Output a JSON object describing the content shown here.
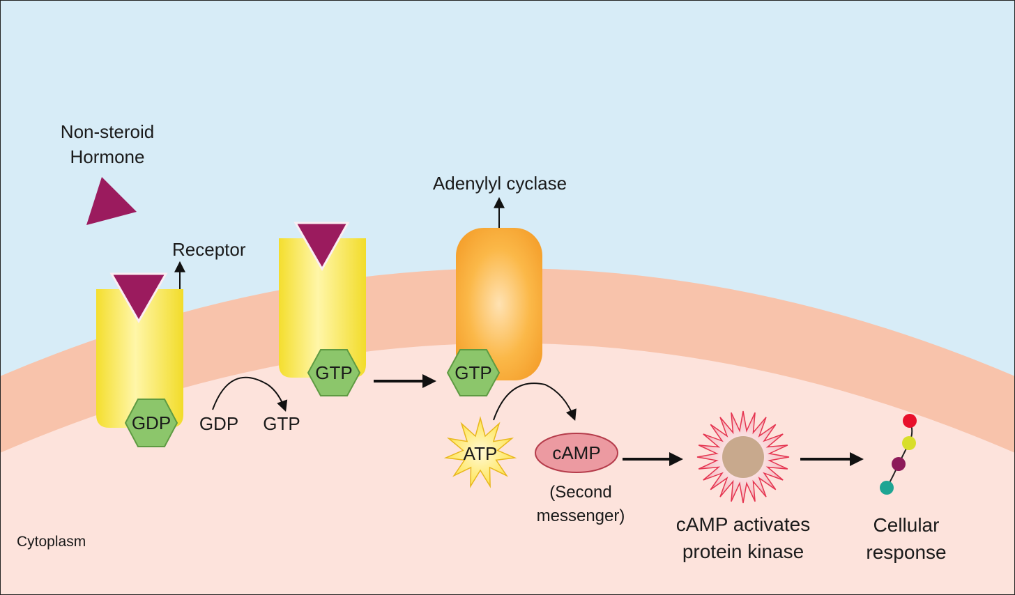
{
  "labels": {
    "hormone_line1": "Non-steroid",
    "hormone_line2": "Hormone",
    "receptor": "Receptor",
    "adenylyl_cyclase": "Adenylyl cyclase",
    "gdp_bound": "GDP",
    "gdp_released": "GDP",
    "gtp_incoming": "GTP",
    "gtp_receptor": "GTP",
    "gtp_cyclase": "GTP",
    "atp": "ATP",
    "camp": "cAMP",
    "second_messenger_line1": "(Second",
    "second_messenger_line2": "messenger)",
    "kinase_line1": "cAMP activates",
    "kinase_line2": "protein kinase",
    "response_line1": "Cellular",
    "response_line2": "response",
    "cytoplasm": "Cytoplasm"
  },
  "colors": {
    "extracellular": "#d7ecf7",
    "membrane": "#f8c3ab",
    "cytoplasm": "#fde3dc",
    "receptor": "#f6e33c",
    "hormone": "#9b1b5e",
    "g_protein": "#8cc66b",
    "adenylyl_cyclase": "#f9a837",
    "atp": "#ffe95a",
    "camp": "#ec9aa1",
    "kinase_spikes": "#e5334f",
    "kinase_core": "#c8a98d",
    "response_beads": [
      "#e8102b",
      "#d8de2a",
      "#8d1b5a",
      "#1ea593"
    ]
  }
}
